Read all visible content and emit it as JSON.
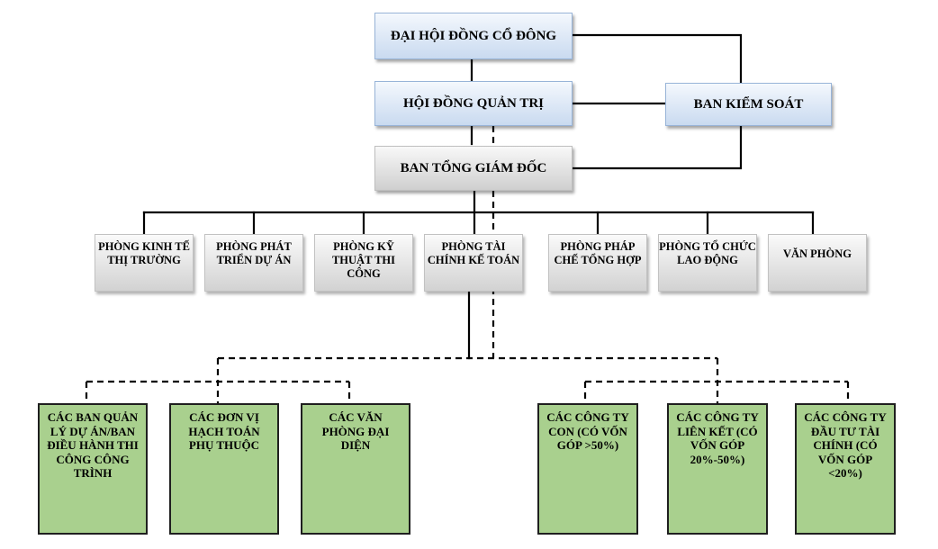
{
  "top": {
    "shareholders": "ĐẠI HỘI ĐỒNG CỔ ĐÔNG",
    "board": "HỘI ĐỒNG QUẢN TRỊ",
    "supervisory": "BAN KIỂM SOÁT",
    "executive": "BAN TỔNG GIÁM ĐỐC"
  },
  "departments": [
    "PHÒNG KINH TẾ THỊ TRƯỜNG",
    "PHÒNG PHÁT TRIỂN DỰ ÁN",
    "PHÒNG KỸ THUẬT THI CÔNG",
    "PHÒNG TÀI CHÍNH KẾ TOÁN",
    "PHÒNG PHÁP CHẾ TỔNG HỢP",
    "PHÒNG TỔ CHỨC LAO ĐỘNG",
    "VĂN PHÒNG"
  ],
  "units": [
    "CÁC BAN QUẢN LÝ DỰ ÁN/BAN ĐIỀU HÀNH THI CÔNG CÔNG TRÌNH",
    "CÁC ĐƠN VỊ HẠCH TOÁN PHỤ THUỘC",
    "CÁC VĂN PHÒNG ĐẠI DIỆN",
    "CÁC CÔNG TY CON (CÓ VỐN GÓP >50%)",
    "CÁC CÔNG TY LIÊN KẾT (CÓ VỐN GÓP 20%-50%)",
    "CÁC CÔNG TY ĐẦU TƯ TÀI CHÍNH (CÓ VỐN GÓP <20%)"
  ]
}
